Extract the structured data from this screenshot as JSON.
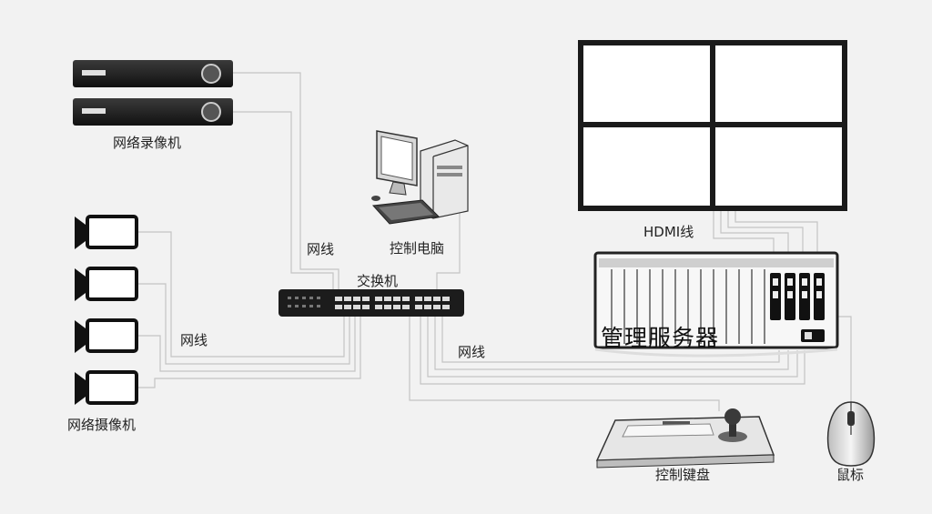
{
  "labels": {
    "nvr": "网络录像机",
    "camera": "网络摄像机",
    "pc": "控制电脑",
    "switch": "交换机",
    "cable_left_top": "网线",
    "cable_left_bottom": "网线",
    "cable_right": "网线",
    "hdmi": "HDMI线",
    "server": "管理服务器",
    "keyboard": "控制键盘",
    "mouse": "鼠标"
  },
  "colors": {
    "background": "#f2f2f2",
    "device_dark": "#1b1b1b",
    "line": "#c4c4c4",
    "outline": "#333333"
  }
}
